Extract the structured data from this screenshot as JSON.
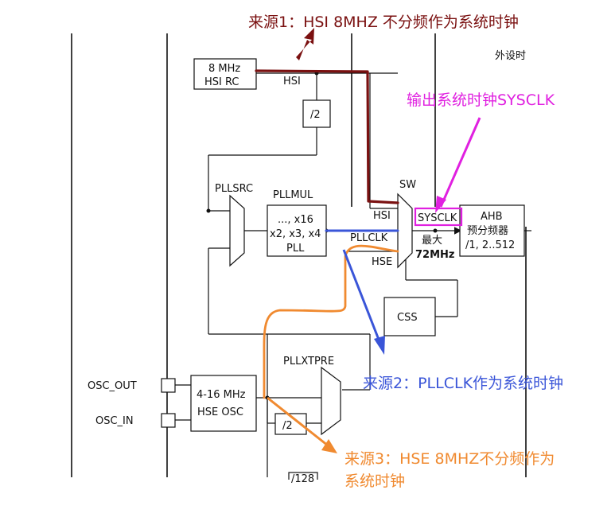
{
  "annotations": {
    "source1": "来源1：HSI 8MHZ 不分频作为系统时钟",
    "output": "输出系统时钟SYSCLK",
    "source2": "来源2：PLLCLK作为系统时钟",
    "source3_line1": "来源3：HSE 8MHZ不分频作为",
    "source3_line2": "系统时钟"
  },
  "colors": {
    "source1": "#7a1010",
    "output": "#e020e0",
    "source2": "#3a55d8",
    "source3": "#f08a30"
  },
  "diagram": {
    "peripheral_clock_label": "外设时",
    "hsi_rc": {
      "line1": "8 MHz",
      "line2": "HSI RC"
    },
    "hsi_label": "HSI",
    "div2": "/2",
    "pllsrc": "PLLSRC",
    "pllmul": "PLLMUL",
    "pll_box": {
      "line1": "..., x16",
      "line2": "x2, x3, x4",
      "line3": "PLL"
    },
    "sw": "SW",
    "sw_hsi": "HSI",
    "sw_pllclk": "PLLCLK",
    "sw_hse": "HSE",
    "sysclk": "SYSCLK",
    "max_label": "最大",
    "max_value": "72MHz",
    "ahb": {
      "line1": "AHB",
      "line2": "预分频器",
      "line3": "/1, 2..512"
    },
    "css": "CSS",
    "pllxtpre": "PLLXTPRE",
    "osc_out": "OSC_OUT",
    "osc_in": "OSC_IN",
    "hse_osc": {
      "line1": "4-16 MHz",
      "line2": "HSE OSC"
    },
    "div2_hse": "/2",
    "div128_partial": "/128"
  }
}
